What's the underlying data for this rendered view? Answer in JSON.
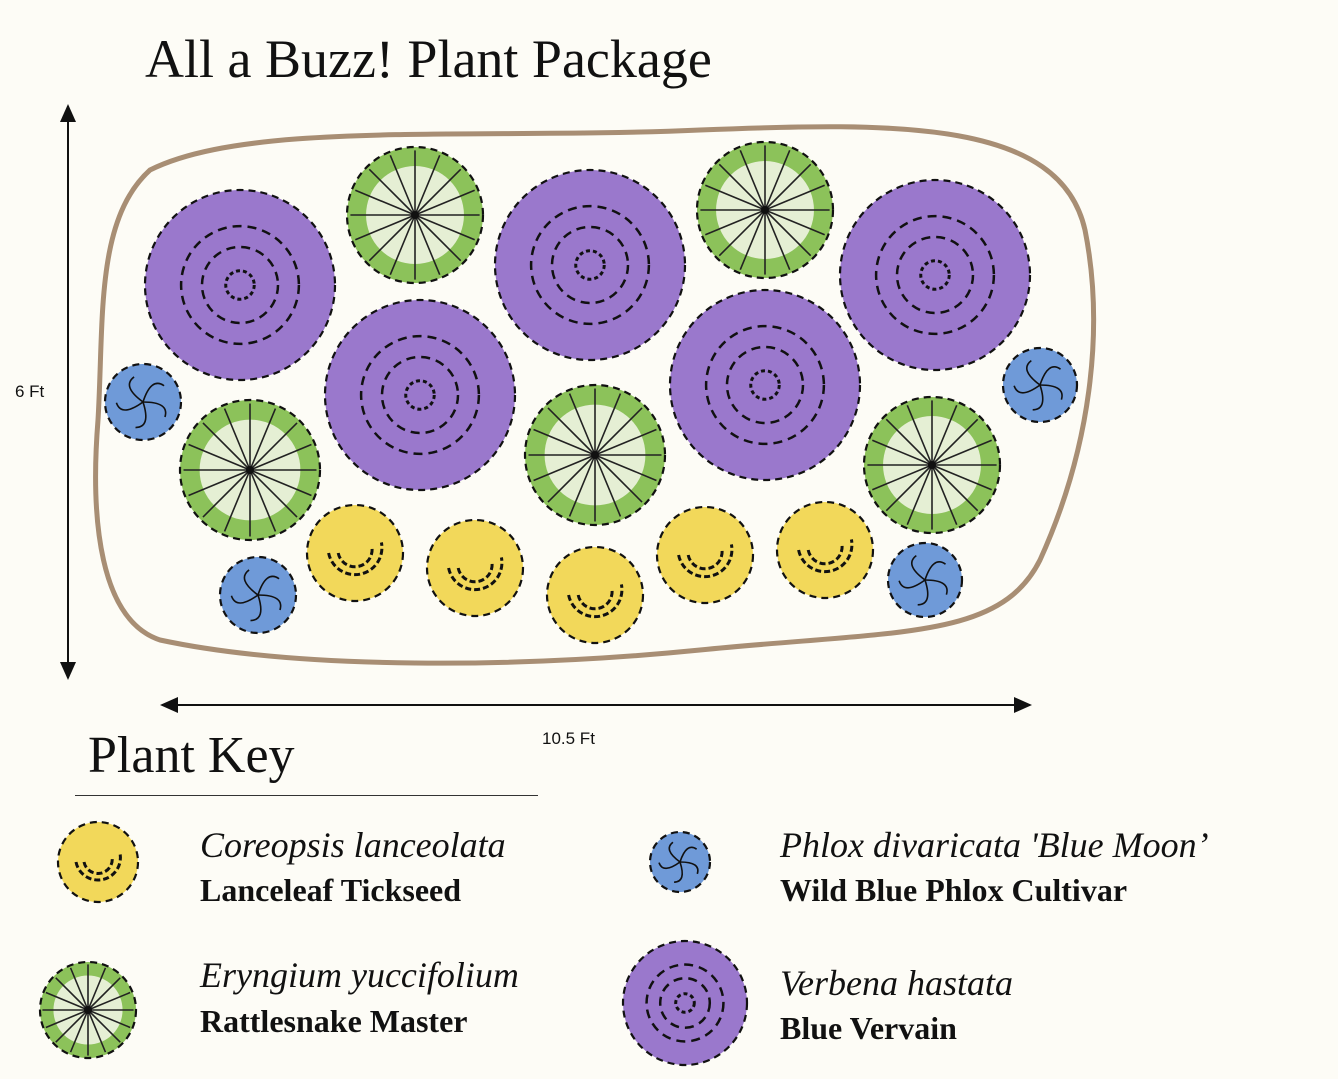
{
  "title": "All a Buzz! Plant Package",
  "dimensions": {
    "height_label": "6 Ft",
    "width_label": "10.5 Ft"
  },
  "key": {
    "title": "Plant Key",
    "items": [
      {
        "scientific": "Coreopsis lanceolata",
        "common": "Lanceleaf Tickseed",
        "type": "coreopsis",
        "color": "#f2d85a"
      },
      {
        "scientific": "Eryngium yuccifolium",
        "common": "Rattlesnake Master",
        "type": "eryngium",
        "color": "#8cc25a"
      },
      {
        "scientific": "Phlox divaricata 'Blue Moon’",
        "common": "Wild Blue Phlox Cultivar",
        "type": "phlox",
        "color": "#6f9ad8"
      },
      {
        "scientific": "Verbena hastata",
        "common": "Blue Vervain",
        "type": "verbena",
        "color": "#9a78cc"
      }
    ]
  },
  "bed_outline_color": "#a88e74"
}
